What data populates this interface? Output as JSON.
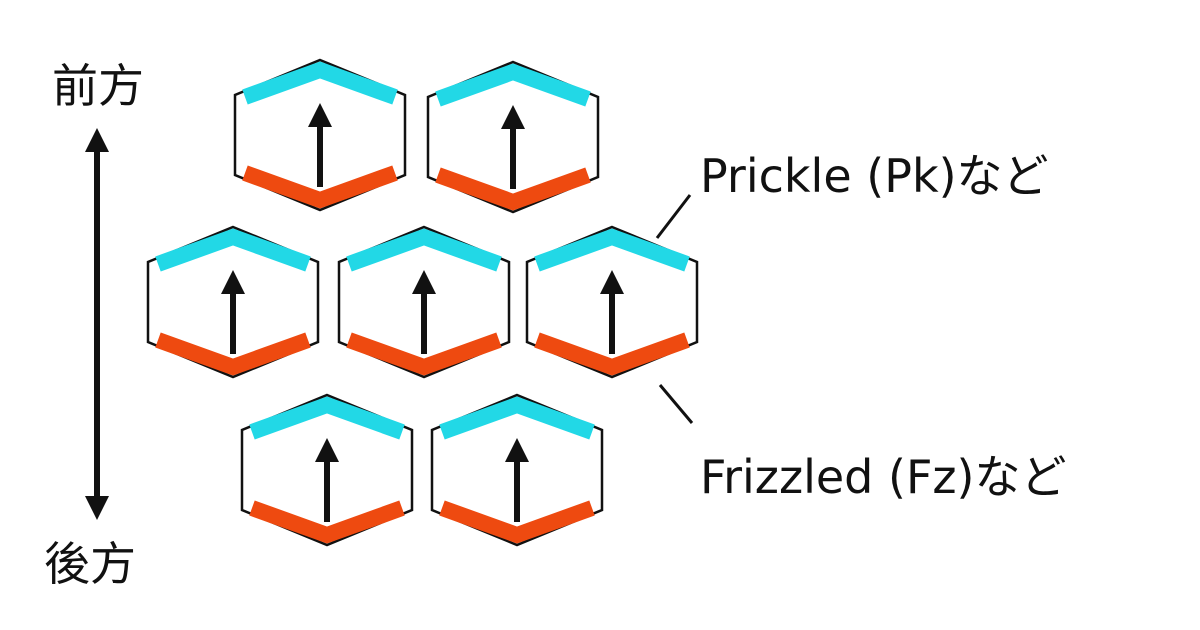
{
  "axis": {
    "top_label": "前方",
    "bottom_label": "後方"
  },
  "legend": {
    "top_label": "Prickle (Pk)など",
    "bottom_label": "Frizzled (Fz)など"
  },
  "cells": {
    "count": 7,
    "arrow_direction": "anterior"
  },
  "colors": {
    "anterior_protein": "#22d8e6",
    "posterior_protein": "#ee4a10",
    "cell_outline": "#111111",
    "arrow": "#111111",
    "background": "#ffffff"
  }
}
